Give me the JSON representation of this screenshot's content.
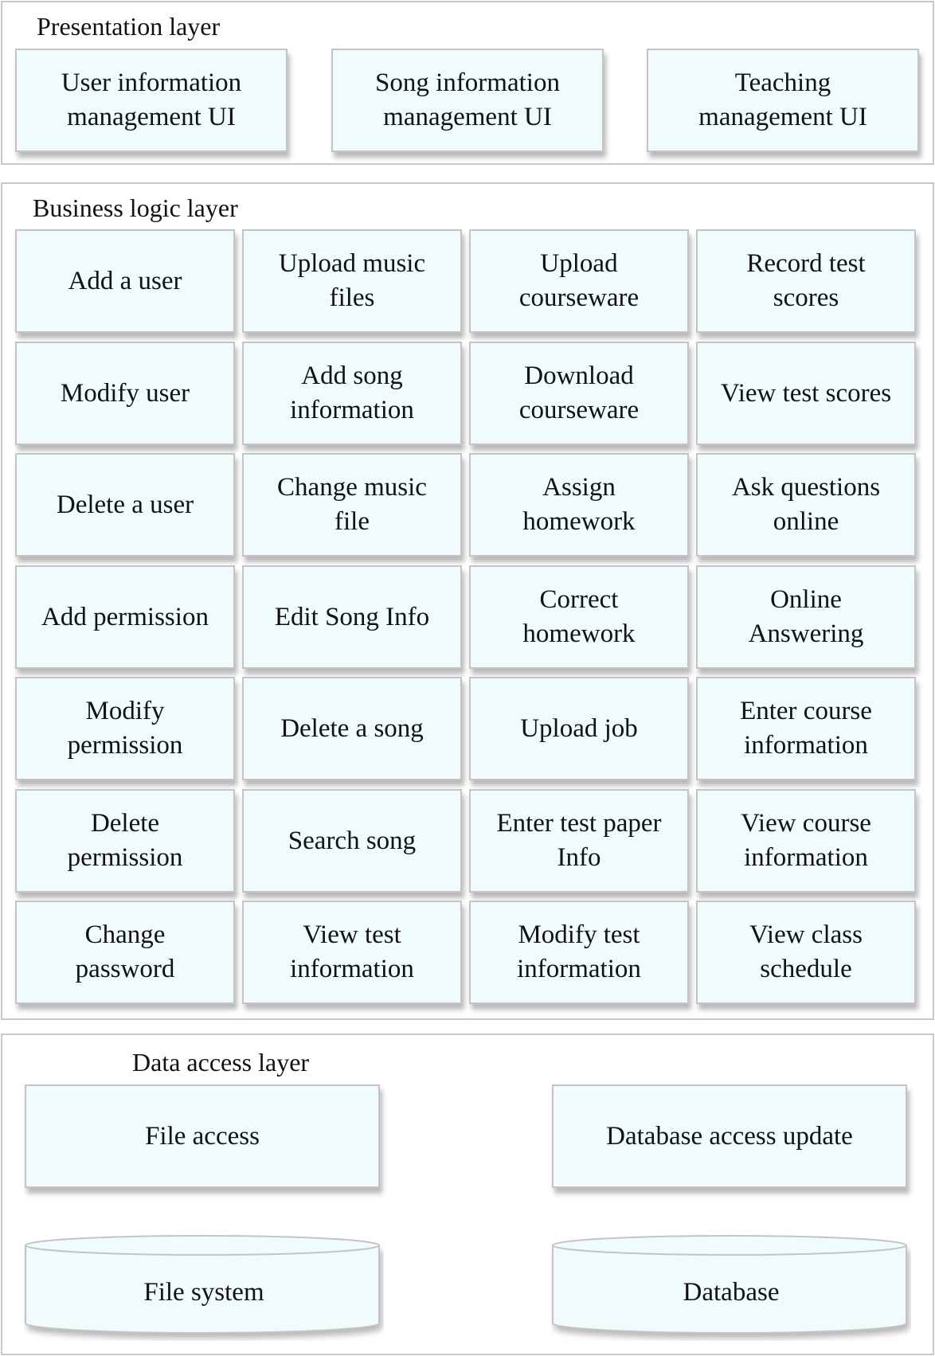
{
  "presentation": {
    "title": "Presentation layer",
    "boxes": [
      "User information\nmanagement UI",
      "Song information\nmanagement UI",
      "Teaching\nmanagement UI"
    ]
  },
  "business": {
    "title": "Business logic layer",
    "columns": [
      [
        "Add a user",
        "Modify user",
        "Delete a user",
        "Add permission",
        "Modify\npermission",
        "Delete\npermission",
        "Change\npassword"
      ],
      [
        "Upload music\nfiles",
        "Add song\ninformation",
        "Change music\nfile",
        "Edit Song Info",
        "Delete a song",
        "Search song",
        "View test\ninformation"
      ],
      [
        "Upload\ncourseware",
        "Download\ncourseware",
        "Assign\nhomework",
        "Correct\nhomework",
        "Upload job",
        "Enter test paper\nInfo",
        "Modify test\ninformation"
      ],
      [
        "Record test\nscores",
        "View test scores",
        "Ask questions\nonline",
        "Online\nAnswering",
        "Enter course\ninformation",
        "View course\ninformation",
        "View class\nschedule"
      ]
    ]
  },
  "data_access": {
    "title": "Data access layer",
    "boxes": [
      "File access",
      "Database access update"
    ],
    "stores": [
      "File system",
      "Database"
    ]
  },
  "colors": {
    "box_fill": "#f0fbfd",
    "box_border": "#c4c4c4",
    "layer_border": "#c8c8c8"
  }
}
